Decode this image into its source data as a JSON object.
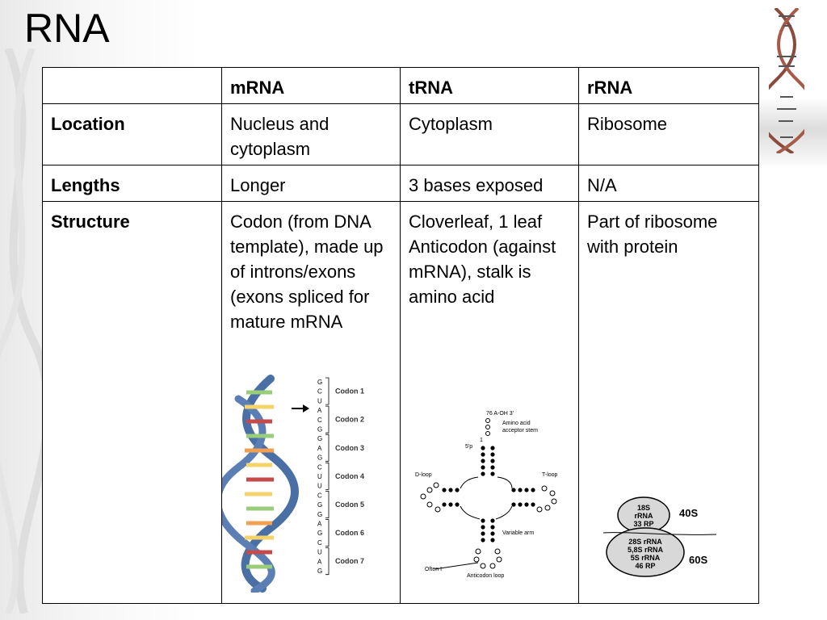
{
  "slide": {
    "title": "RNA"
  },
  "table": {
    "headers": [
      "",
      "mRNA",
      "tRNA",
      "rRNA"
    ],
    "rows": [
      {
        "label": "Location",
        "mrna": "Nucleus and cytoplasm",
        "trna": "Cytoplasm",
        "rrna": "Ribosome"
      },
      {
        "label": "Lengths",
        "mrna": "Longer",
        "trna": "3 bases exposed",
        "rrna": "N/A"
      },
      {
        "label": "Structure",
        "mrna": "Codon (from DNA template), made up of introns/exons (exons spliced for mature mRNA",
        "trna": "Cloverleaf,  1 leaf Anticodon (against mRNA), stalk is amino acid",
        "rrna": "Part of ribosome with protein"
      }
    ]
  },
  "mrna_figure": {
    "bases": [
      "G",
      "C",
      "U",
      "A",
      "C",
      "G",
      "G",
      "A",
      "G",
      "C",
      "U",
      "U",
      "C",
      "G",
      "G",
      "A",
      "G",
      "C",
      "U",
      "A",
      "G"
    ],
    "codons": [
      "Codon 1",
      "Codon 2",
      "Codon 3",
      "Codon 4",
      "Codon 5",
      "Codon 6",
      "Codon 7"
    ]
  },
  "trna_figure": {
    "top_label": "76 A-OH 3'",
    "acceptor_label_1": "Amino acid",
    "acceptor_label_2": "acceptor stem",
    "five_prime": "5'p",
    "d_loop": "D-loop",
    "t_loop": "T-loop",
    "variable_arm": "Variable arm",
    "anticodon_loop": "Anticodon loop",
    "often_i": "Often I",
    "nt_one": "1"
  },
  "rrna_figure": {
    "small_lines": [
      "18S",
      "rRNA",
      "33 RP"
    ],
    "small_label": "40S",
    "large_lines": [
      "28S rRNA",
      "5,8S rRNA",
      "5S rRNA",
      "46 RP"
    ],
    "large_label": "60S"
  }
}
